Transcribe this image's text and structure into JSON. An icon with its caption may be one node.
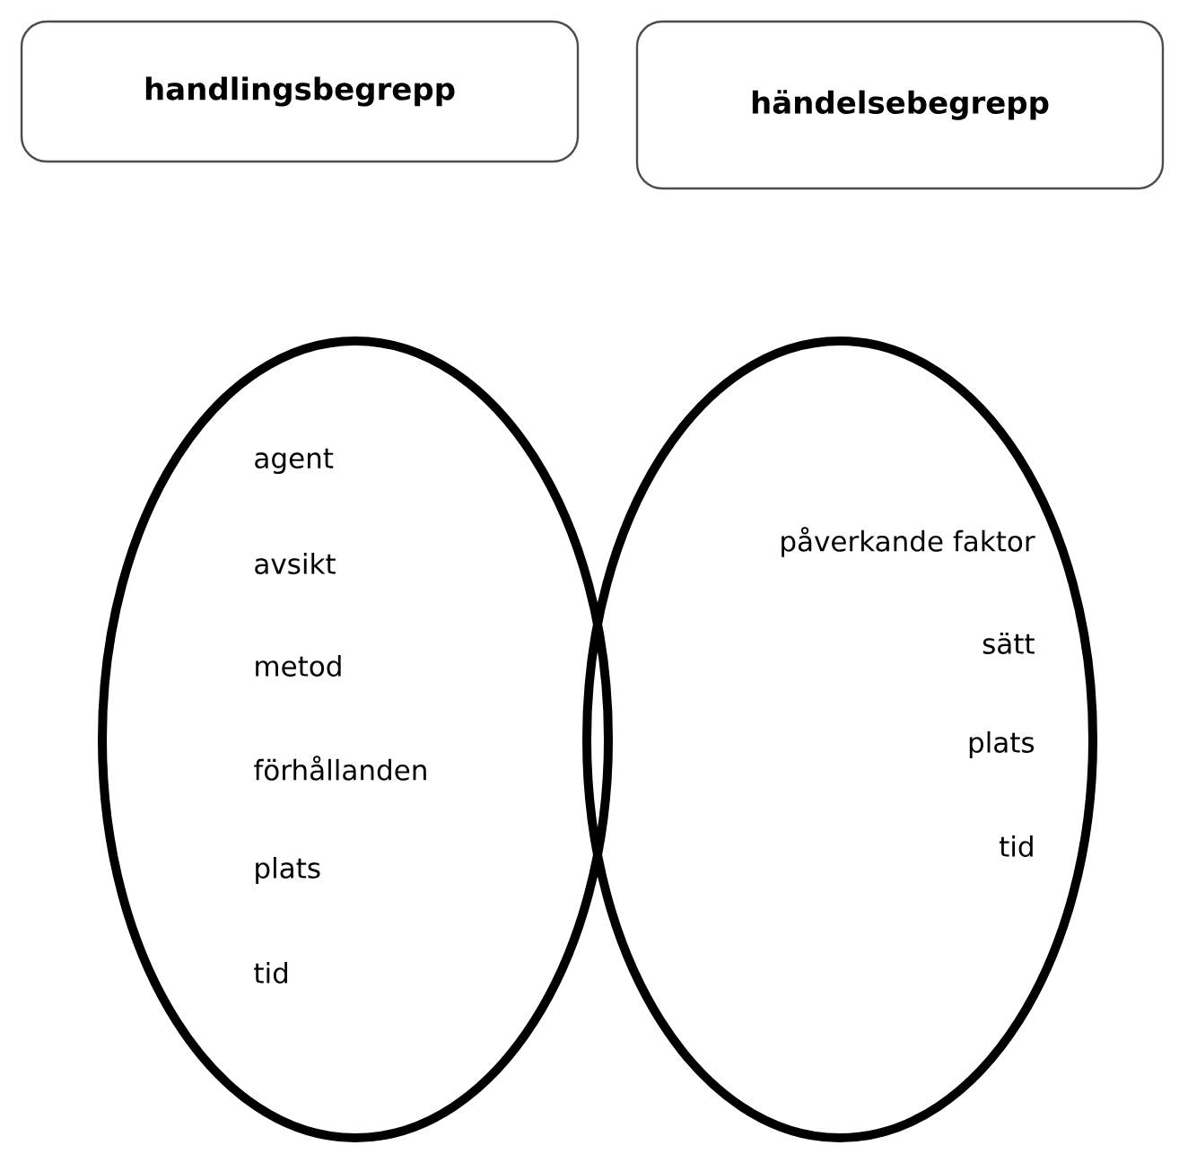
{
  "diagram": {
    "nodes": [
      {
        "text": [
          "handlingsbegrepp"
        ]
      },
      {
        "text": [
          "händelsebegrepp"
        ]
      },
      {
        "text": [
          "agent",
          "avsikt",
          "metod",
          "förhållanden",
          "plats",
          "tid"
        ]
      },
      {
        "text": [
          "påverkande faktor",
          "sätt",
          "plats",
          "tid"
        ]
      }
    ]
  }
}
